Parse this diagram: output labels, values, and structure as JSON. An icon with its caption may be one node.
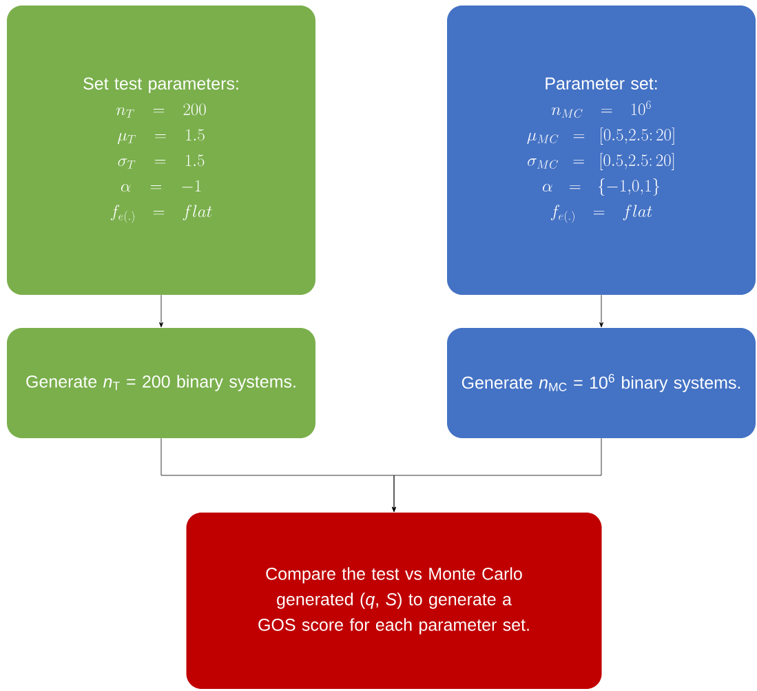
{
  "diagram": {
    "nodes": [
      {
        "text": [
          "Set test parameters:",
          "n_T = 200",
          "\\mu_T = 1.5",
          "\\sigma_T = 1.5",
          "\\alpha = -1",
          "f_{e(.)} = flat"
        ]
      },
      {
        "text": [
          "Parameter set:",
          "n_{MC} = 10^6",
          "\\mu_{MC} = [0.5{,}2.5\\colon 20]",
          "\\sigma_{MC} = [0.5{,}2.5\\colon 20]",
          "\\alpha = \\{-1{,}0{,}1\\}",
          "f_{e(.)} = flat"
        ]
      },
      {
        "text": [
          "Generate *n*$_{T}$ = 200 binary systems."
        ]
      },
      {
        "text": [
          "Generate *n*$_{MC}$ = 10$^{6}$ binary systems."
        ]
      },
      {
        "text": [
          "Compare the test vs Monte Carlo generated (*q*, *S*) to generate a GOS score for each parameter set."
        ]
      }
    ],
    "edges": [
      {
        "from": 0,
        "to": 2,
        "arrow": "to"
      },
      {
        "from": 1,
        "to": 3,
        "arrow": "to"
      },
      {
        "from": 2,
        "to": 4,
        "arrow": "to"
      },
      {
        "from": 3,
        "to": 4,
        "arrow": "to"
      }
    ]
  }
}
